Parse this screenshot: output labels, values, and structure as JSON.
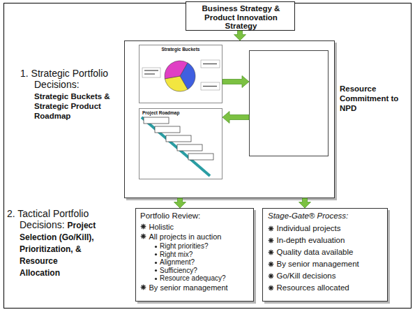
{
  "diagram": {
    "nodes": [
      {
        "text": [
          "Business Strategy & Product Innovation Strategy"
        ]
      },
      {
        "text": [
          "1. Strategic Portfolio Decisions:",
          "Strategic Buckets & Strategic Product Roadmap"
        ]
      },
      {
        "text": [
          "Strategic Buckets"
        ],
        "in": 1
      },
      {
        "text": [
          "Project Roadmap"
        ],
        "in": 1
      },
      {
        "text": [
          "Resource Commitment to NPD"
        ],
        "in": 1
      },
      {
        "text": [
          "Portfolio Review:",
          "Holistic",
          "All projects in auction",
          "Right priorities?",
          "Right mix?",
          "Alignment?",
          "Sufficiency?",
          "Resource adequacy?",
          "By senior management"
        ]
      },
      {
        "text": [
          "Stage-Gate® Process:",
          "Individual projects",
          "In-depth evaluation",
          "Quality data available",
          "By senior management",
          "Go/Kill decisions",
          "Resources allocated"
        ]
      }
    ],
    "edges": [
      {
        "from": 0,
        "to": 1,
        "arrow": "to"
      },
      {
        "from": 2,
        "to": 4,
        "arrow": "to"
      },
      {
        "from": 4,
        "to": 3,
        "arrow": "to"
      },
      {
        "from": 1,
        "to": 5,
        "arrow": "to"
      },
      {
        "from": 1,
        "to": 6,
        "arrow": "to"
      }
    ],
    "labels": [
      "2. Tactical Portfolio Decisions:",
      "Project Selection (Go/Kill), Prioritization, & Resource Allocation"
    ]
  }
}
